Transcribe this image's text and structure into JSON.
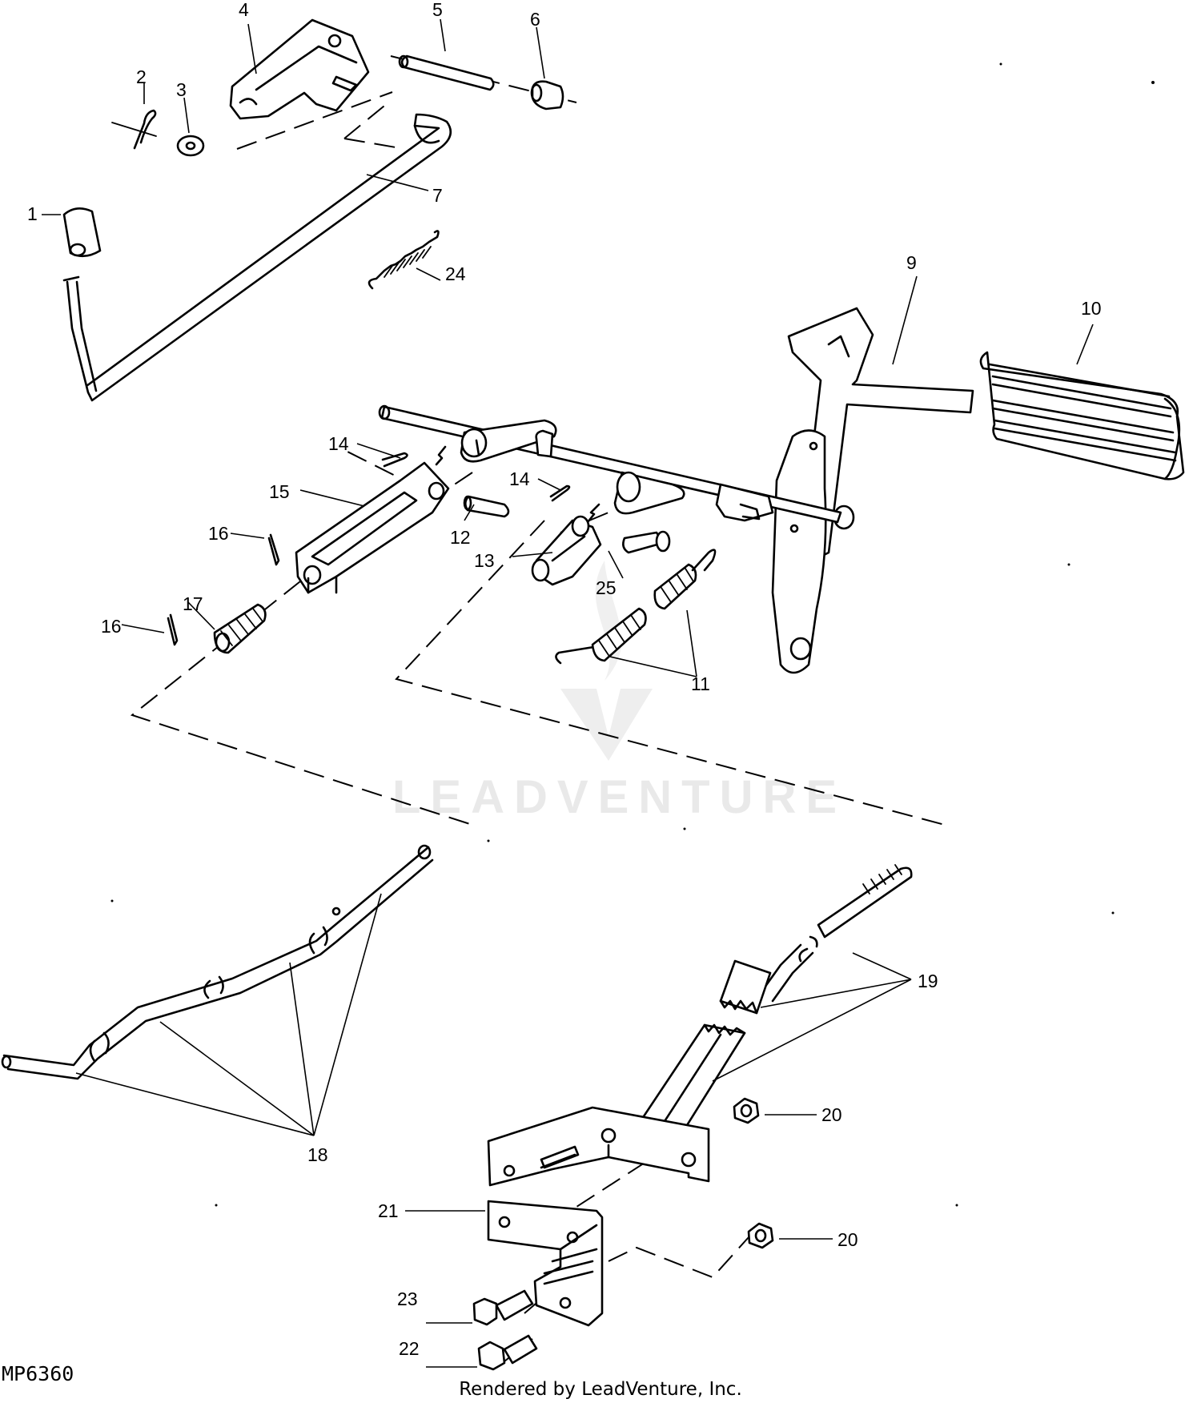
{
  "diagram": {
    "callouts": {
      "c1": "1",
      "c2": "2",
      "c3": "3",
      "c4": "4",
      "c5": "5",
      "c6": "6",
      "c7": "7",
      "c9": "9",
      "c10": "10",
      "c11": "11",
      "c12": "12",
      "c13": "13",
      "c14a": "14",
      "c14b": "14",
      "c15": "15",
      "c16a": "16",
      "c16b": "16",
      "c17": "17",
      "c18": "18",
      "c19": "19",
      "c20a": "20",
      "c20b": "20",
      "c21": "21",
      "c22": "22",
      "c23": "23",
      "c24": "24",
      "c25": "25"
    },
    "watermark": "LEADVENTURE",
    "diagram_code": "MP6360",
    "render_credit": "Rendered by LeadVenture, Inc."
  }
}
